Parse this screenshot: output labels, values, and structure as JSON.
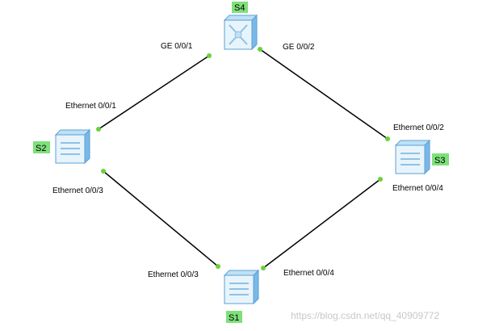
{
  "colors": {
    "link": "#000000",
    "port_dot": "#6ad13a",
    "tag_bg": "#7ee07a",
    "device_front": "#e8f4fb",
    "device_side": "#79b8e8",
    "device_top": "#bfe0f5",
    "device_stroke": "#5aa0d6",
    "watermark": "#c8c8c8"
  },
  "devices": [
    {
      "id": "S4",
      "label": "S4",
      "kind": "core-switch-icon"
    },
    {
      "id": "S2",
      "label": "S2",
      "kind": "switch-icon"
    },
    {
      "id": "S3",
      "label": "S3",
      "kind": "switch-icon"
    },
    {
      "id": "S1",
      "label": "S1",
      "kind": "switch-icon"
    }
  ],
  "links": [
    {
      "from": "S4",
      "to": "S2",
      "from_port": "GE 0/0/1",
      "to_port": "Ethernet 0/0/1"
    },
    {
      "from": "S4",
      "to": "S3",
      "from_port": "GE 0/0/2",
      "to_port": "Ethernet 0/0/2"
    },
    {
      "from": "S2",
      "to": "S1",
      "from_port": "Ethernet 0/0/3",
      "to_port": "Ethernet 0/0/3"
    },
    {
      "from": "S3",
      "to": "S1",
      "from_port": "Ethernet 0/0/4",
      "to_port": "Ethernet 0/0/4"
    }
  ],
  "watermark": "https://blog.csdn.net/qq_40909772"
}
